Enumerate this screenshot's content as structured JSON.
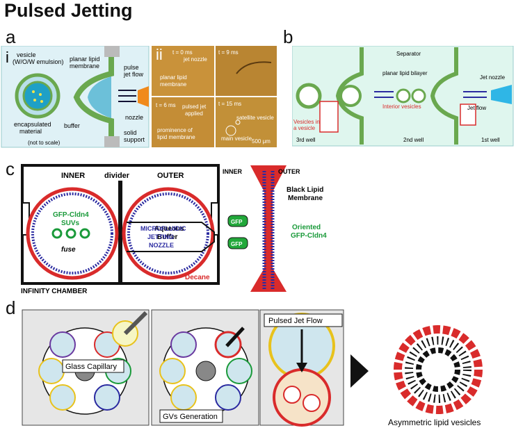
{
  "figure": {
    "title": "Pulsed Jetting",
    "panels": {
      "a": {
        "label": "a",
        "i": {
          "label": "i",
          "vesicle": "vesicle",
          "emulsion": "(W/O/W emulsion)",
          "planar_lipid": "planar lipid",
          "membrane": "membrane",
          "pulse": "pulse",
          "jet_flow": "jet flow",
          "nozzle": "nozzle",
          "buffer": "buffer",
          "encapsulated": "encapsulated",
          "material": "material",
          "not_to_scale": "(not to scale)",
          "solid": "solid",
          "support": "support"
        },
        "ii": {
          "label": "ii",
          "t0": "t = 0 ms",
          "t9": "t = 9 ms",
          "t6": "t = 6 ms",
          "t15": "t = 15 ms",
          "jet_nozzle": "jet nozzle",
          "planar_lipid": "planar lipid",
          "membrane": "membrane",
          "pulsed_jet": "pulsed jet",
          "applied": "applied",
          "prominence": "prominence of",
          "lipid_membrane": "lipid membrane",
          "satellite": "satellite vesicle",
          "main_vesicle": "main vesicle",
          "scale": "500 μm"
        }
      },
      "b": {
        "label": "b",
        "separator": "Separator",
        "planar_bilayer": "planar lipid bilayer",
        "jet_nozzle": "Jet nozzle",
        "vesicles_in": "Vesicles in",
        "a_vesicle": "a vesicle",
        "interior": "Interior vesicles",
        "jet_flow": "Jet flow",
        "well3": "3rd well",
        "well2": "2nd well",
        "well1": "1st well"
      },
      "c": {
        "label": "c",
        "inner": "INNER",
        "outer": "OUTER",
        "divider": "divider",
        "gfp_cldn4": "GFP-Cldn4",
        "suvs": "SUVs",
        "fuse": "fuse",
        "aqueous": "Aqueous",
        "buffer": "Buffer",
        "decane": "Decane",
        "infinity": "INFINITY CHAMBER",
        "inner2": "INNER",
        "outer2": "OUTER",
        "black": "Black Lipid",
        "membrane": "Membrane",
        "microfluidic": "MICROFLUIDIC",
        "jetting": "JETTING",
        "nozzle": "NOZZLE",
        "gfp": "GFP",
        "oriented": "Oriented",
        "oriented2": "GFP-Cldn4"
      },
      "d": {
        "label": "d",
        "glass": "Glass Capillary",
        "gvs": "GVs Generation",
        "pulsed": "Pulsed Jet Flow",
        "asym": "Asymmetric lipid vesicles"
      }
    },
    "colors": {
      "panel_bg": "#dff1f6",
      "lipid_green": "#6aa84f",
      "red": "#d92b2b",
      "blue_text": "#2a2aa0",
      "green_text": "#1a9a3a",
      "photo": "#c9923a"
    }
  }
}
